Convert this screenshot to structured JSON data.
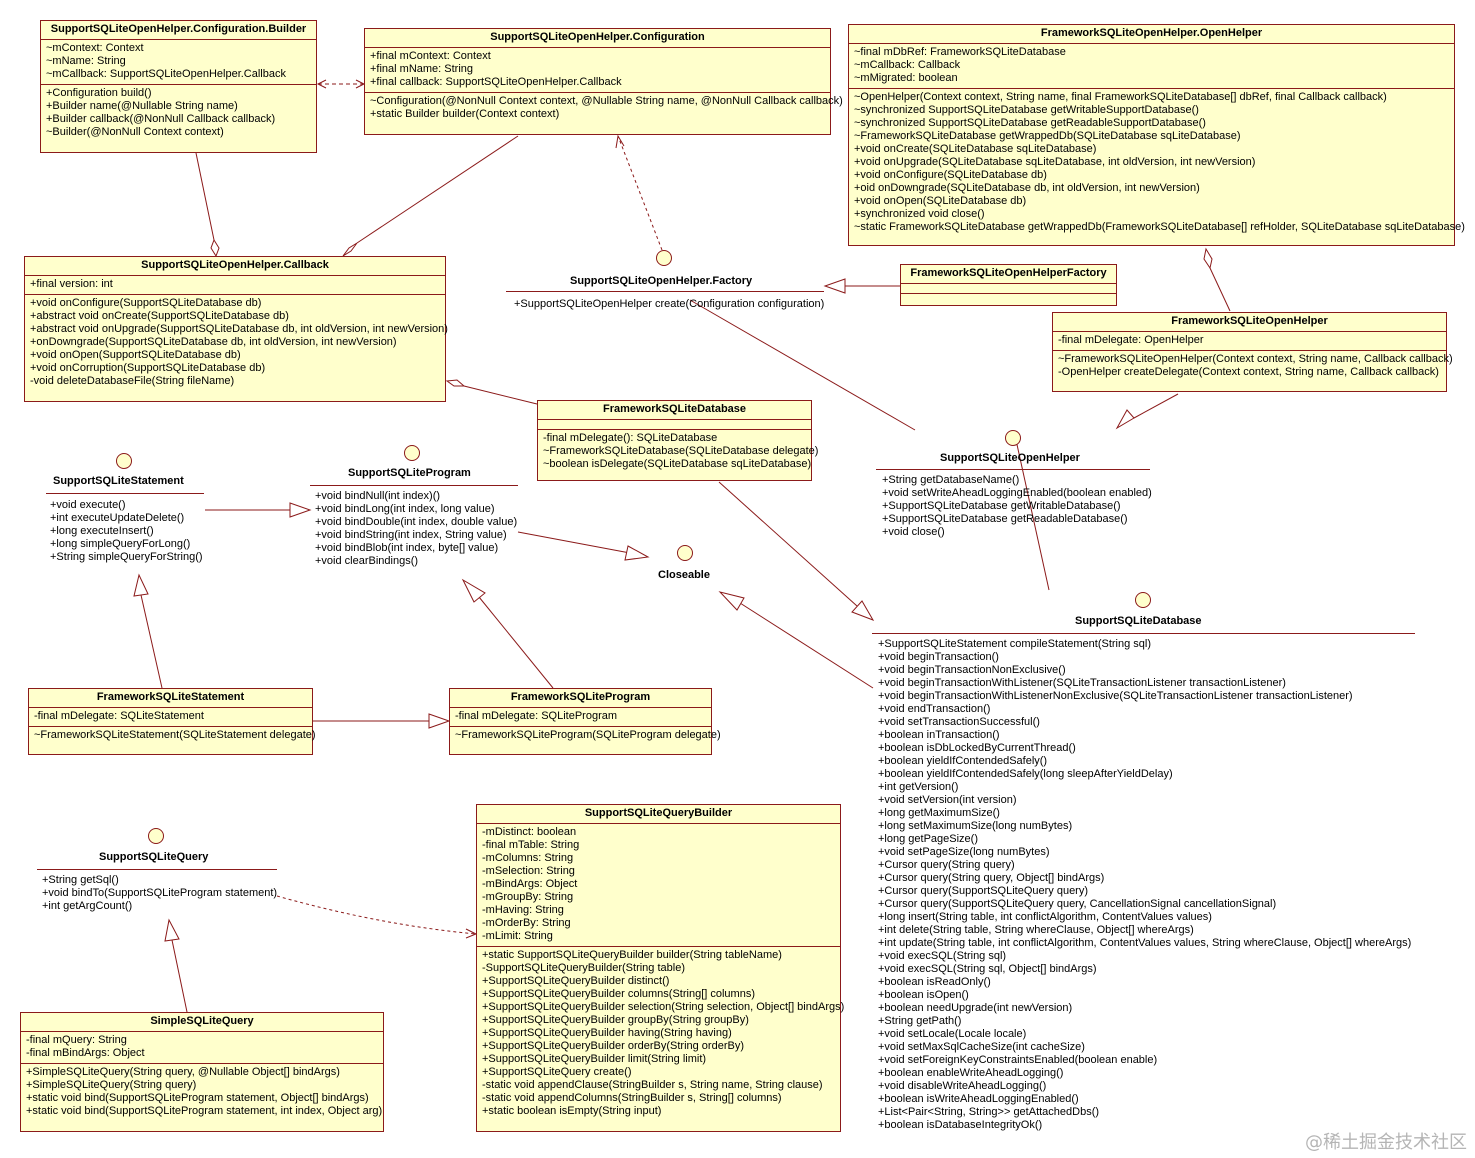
{
  "colors": {
    "box_fill": "#ffffcc",
    "border": "#8b1a1a"
  },
  "classes": {
    "builder": {
      "name": "SupportSQLiteOpenHelper.Configuration.Builder",
      "attrs": [
        "~mContext: Context",
        "~mName: String",
        "~mCallback: SupportSQLiteOpenHelper.Callback"
      ],
      "ops": [
        "+Configuration build()",
        "+Builder name(@Nullable String name)",
        "+Builder callback(@NonNull Callback callback)",
        "~Builder(@NonNull Context context)"
      ]
    },
    "configuration": {
      "name": "SupportSQLiteOpenHelper.Configuration",
      "attrs": [
        "+final mContext: Context",
        "+final mName: String",
        "+final callback: SupportSQLiteOpenHelper.Callback"
      ],
      "ops": [
        "~Configuration(@NonNull Context context, @Nullable String name, @NonNull Callback callback)",
        "+static Builder builder(Context context)"
      ]
    },
    "open_helper_inner": {
      "name": "FrameworkSQLiteOpenHelper.OpenHelper",
      "attrs": [
        "~final mDbRef: FrameworkSQLiteDatabase",
        "~mCallback: Callback",
        "~mMigrated: boolean"
      ],
      "ops": [
        "~OpenHelper(Context context, String name, final FrameworkSQLiteDatabase[] dbRef, final Callback callback)",
        "~synchronized SupportSQLiteDatabase getWritableSupportDatabase()",
        "~synchronized SupportSQLiteDatabase getReadableSupportDatabase()",
        "~FrameworkSQLiteDatabase getWrappedDb(SQLiteDatabase sqLiteDatabase)",
        "+void onCreate(SQLiteDatabase sqLiteDatabase)",
        "+void onUpgrade(SQLiteDatabase sqLiteDatabase, int oldVersion, int newVersion)",
        "+void onConfigure(SQLiteDatabase db)",
        "+oid onDowngrade(SQLiteDatabase db, int oldVersion, int newVersion)",
        "+void onOpen(SQLiteDatabase db)",
        "+synchronized void close()",
        "~static FrameworkSQLiteDatabase getWrappedDb(FrameworkSQLiteDatabase[] refHolder, SQLiteDatabase sqLiteDatabase)"
      ]
    },
    "callback": {
      "name": "SupportSQLiteOpenHelper.Callback",
      "attrs": [
        "+final version: int"
      ],
      "ops": [
        "+void onConfigure(SupportSQLiteDatabase db)",
        "+abstract void onCreate(SupportSQLiteDatabase db)",
        "+abstract void onUpgrade(SupportSQLiteDatabase db, int oldVersion, int newVersion)",
        "+onDowngrade(SupportSQLiteDatabase db, int oldVersion, int newVersion)",
        "+void onOpen(SupportSQLiteDatabase db)",
        "+void onCorruption(SupportSQLiteDatabase db)",
        "-void deleteDatabaseFile(String fileName)"
      ]
    },
    "helper_factory": {
      "name": "FrameworkSQLiteOpenHelperFactory",
      "attrs": [],
      "ops": []
    },
    "framework_helper": {
      "name": "FrameworkSQLiteOpenHelper",
      "attrs": [
        "-final mDelegate: OpenHelper"
      ],
      "ops": [
        "~FrameworkSQLiteOpenHelper(Context context, String name, Callback callback)",
        "-OpenHelper createDelegate(Context context, String name, Callback callback)"
      ]
    },
    "framework_db": {
      "name": "FrameworkSQLiteDatabase",
      "attrs": [],
      "ops": [
        "-final mDelegate(): SQLiteDatabase",
        "~FrameworkSQLiteDatabase(SQLiteDatabase delegate)",
        "~boolean isDelegate(SQLiteDatabase sqLiteDatabase)"
      ]
    },
    "framework_statement": {
      "name": "FrameworkSQLiteStatement",
      "attrs": [
        "-final  mDelegate: SQLiteStatement"
      ],
      "ops": [
        "~FrameworkSQLiteStatement(SQLiteStatement delegate)"
      ]
    },
    "framework_program": {
      "name": "FrameworkSQLiteProgram",
      "attrs": [
        "-final mDelegate: SQLiteProgram"
      ],
      "ops": [
        "~FrameworkSQLiteProgram(SQLiteProgram delegate)"
      ]
    },
    "query_builder": {
      "name": "SupportSQLiteQueryBuilder",
      "attrs": [
        "-mDistinct: boolean",
        "-final  mTable: String",
        "-mColumns: String",
        "-mSelection: String",
        "-mBindArgs: Object",
        "-mGroupBy: String",
        "-mHaving: String",
        "-mOrderBy: String",
        "-mLimit: String"
      ],
      "ops": [
        "+static SupportSQLiteQueryBuilder builder(String tableName)",
        "-SupportSQLiteQueryBuilder(String table)",
        "+SupportSQLiteQueryBuilder distinct()",
        "+SupportSQLiteQueryBuilder columns(String[] columns)",
        "+SupportSQLiteQueryBuilder selection(String selection, Object[] bindArgs)",
        "+SupportSQLiteQueryBuilder groupBy(String groupBy)",
        "+SupportSQLiteQueryBuilder having(String having)",
        "+SupportSQLiteQueryBuilder orderBy(String orderBy)",
        "+SupportSQLiteQueryBuilder limit(String limit)",
        "+SupportSQLiteQuery create()",
        "-static void appendClause(StringBuilder s, String name, String clause)",
        "-static void appendColumns(StringBuilder s, String[] columns)",
        "+static boolean isEmpty(String input)"
      ]
    },
    "simple_query": {
      "name": "SimpleSQLiteQuery",
      "attrs": [
        "-final mQuery: String",
        "-final mBindArgs: Object"
      ],
      "ops": [
        "+SimpleSQLiteQuery(String query, @Nullable Object[] bindArgs)",
        "+SimpleSQLiteQuery(String query)",
        "+static void bind(SupportSQLiteProgram statement, Object[] bindArgs)",
        "+static void bind(SupportSQLiteProgram statement, int index, Object arg)"
      ]
    }
  },
  "interfaces": {
    "factory": {
      "name": "SupportSQLiteOpenHelper.Factory",
      "ops": [
        "+SupportSQLiteOpenHelper create(Configuration configuration)"
      ]
    },
    "open_helper": {
      "name": "SupportSQLiteOpenHelper",
      "ops": [
        "+String getDatabaseName()",
        "+void setWriteAheadLoggingEnabled(boolean enabled)",
        "+SupportSQLiteDatabase getWritableDatabase()",
        "+SupportSQLiteDatabase getReadableDatabase()",
        "+void close()"
      ]
    },
    "statement": {
      "name": "SupportSQLiteStatement",
      "ops": [
        "+void execute()",
        "+int executeUpdateDelete()",
        "+long executeInsert()",
        "+long simpleQueryForLong()",
        "+String simpleQueryForString()"
      ]
    },
    "program": {
      "name": "SupportSQLiteProgram",
      "ops": [
        "+void bindNull(int index)()",
        "+void bindLong(int index, long value)",
        "+void bindDouble(int index, double value)",
        "+void bindString(int index, String value)",
        "+void bindBlob(int index, byte[] value)",
        "+void clearBindings()"
      ]
    },
    "closeable": {
      "name": "Closeable",
      "ops": []
    },
    "database": {
      "name": "SupportSQLiteDatabase",
      "ops": [
        "+SupportSQLiteStatement compileStatement(String sql)",
        "+void beginTransaction()",
        "+void beginTransactionNonExclusive()",
        "+void beginTransactionWithListener(SQLiteTransactionListener transactionListener)",
        "+void beginTransactionWithListenerNonExclusive(SQLiteTransactionListener transactionListener)",
        "+void endTransaction()",
        "+void setTransactionSuccessful()",
        "+boolean inTransaction()",
        "+boolean isDbLockedByCurrentThread()",
        "+boolean yieldIfContendedSafely()",
        "+boolean yieldIfContendedSafely(long sleepAfterYieldDelay)",
        "+int getVersion()",
        "+void setVersion(int version)",
        "+long getMaximumSize()",
        "+long setMaximumSize(long numBytes)",
        "+long getPageSize()",
        "+void setPageSize(long numBytes)",
        "+Cursor query(String query)",
        "+Cursor query(String query, Object[] bindArgs)",
        "+Cursor query(SupportSQLiteQuery query)",
        "+Cursor query(SupportSQLiteQuery query, CancellationSignal cancellationSignal)",
        "+long insert(String table, int conflictAlgorithm, ContentValues values)",
        "+int delete(String table, String whereClause, Object[] whereArgs)",
        "+int update(String table, int conflictAlgorithm, ContentValues values, String whereClause, Object[] whereArgs)",
        "+void execSQL(String sql)",
        "+void execSQL(String sql, Object[] bindArgs)",
        "+boolean isReadOnly()",
        "+boolean isOpen()",
        "+boolean needUpgrade(int newVersion)",
        "+String getPath()",
        "+void setLocale(Locale locale)",
        "+void setMaxSqlCacheSize(int cacheSize)",
        "+void setForeignKeyConstraintsEnabled(boolean enable)",
        "+boolean enableWriteAheadLogging()",
        "+void disableWriteAheadLogging()",
        "+boolean isWriteAheadLoggingEnabled()",
        "+List<Pair<String, String>> getAttachedDbs()",
        "+boolean isDatabaseIntegrityOk()"
      ]
    },
    "query": {
      "name": "SupportSQLiteQuery",
      "ops": [
        "+String getSql()",
        "+void bindTo(SupportSQLiteProgram statement)",
        "+int getArgCount()"
      ]
    }
  },
  "watermark": "@稀土掘金技术社区"
}
